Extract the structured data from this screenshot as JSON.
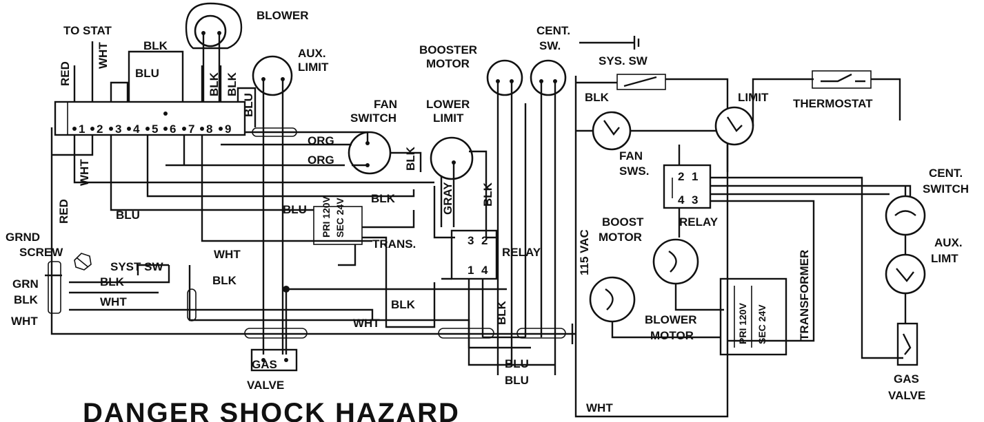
{
  "labels": {
    "to_stat": "TO STAT",
    "blower": "BLOWER",
    "blk_top": "BLK",
    "blu_top": "BLU",
    "red_v": "RED",
    "wht_v": "WHT",
    "blk_v1": "BLK",
    "blk_v2": "BLK",
    "blu_v": "BLU",
    "aux_limit_1": "AUX.",
    "aux_limit_2": "LIMIT",
    "booster_1": "BOOSTER",
    "booster_2": "MOTOR",
    "cent_sw_1": "CENT.",
    "cent_sw_2": "SW.",
    "fan_switch_1": "FAN",
    "fan_switch_2": "SWITCH",
    "lower_limit_1": "LOWER",
    "lower_limit_2": "LIMIT",
    "org_1": "ORG",
    "org_2": "ORG",
    "blk_fan": "BLK",
    "blk_ll": "BLK",
    "gray": "GRAY",
    "blk_mid": "BLK",
    "blu_mid": "BLU",
    "blu_left": "BLU",
    "wht_left": "WHT",
    "red_left": "RED",
    "trans": "TRANS.",
    "relay_l": "RELAY",
    "wht_mid": "WHT",
    "blk_mid2": "BLK",
    "grnd_1": "GRND",
    "grnd_2": "SCREW",
    "syst_sw": "SYST SW",
    "grn": "GRN",
    "blk_in": "BLK",
    "wht_in": "WHT",
    "blk_w": "BLK",
    "wht_w": "WHT",
    "blk_lower": "BLK",
    "blk_relay_v": "BLK",
    "wht_bottom": "WHT",
    "gas_valve_1": "GAS",
    "gas_valve_2": "VALVE",
    "blu_b1": "BLU",
    "blu_b2": "BLU",
    "danger": "DANGER SHOCK HAZARD",
    "vac": "115 VAC",
    "sys_sw": "SYS. SW",
    "blk_r": "BLK",
    "limit_r": "LIMIT",
    "thermostat": "THERMOSTAT",
    "fan_sws_1": "FAN",
    "fan_sws_2": "SWS.",
    "relay_r": "RELAY",
    "boost_1": "BOOST",
    "boost_2": "MOTOR",
    "blower_motor_1": "BLOWER",
    "blower_motor_2": "MOTOR",
    "transformer": "TRANSFORMER",
    "cent_switch_1": "CENT.",
    "cent_switch_2": "SWITCH",
    "aux_limt_1": "AUX.",
    "aux_limt_2": "LIMT",
    "gas_valve_r1": "GAS",
    "gas_valve_r2": "VALVE",
    "wht_r": "WHT",
    "pri": "PRI 120V",
    "sec": "SEC 24V",
    "pri_l": "PRI 120V",
    "sec_l": "SEC 24V"
  },
  "terminals": [
    "1",
    "2",
    "3",
    "4",
    "5",
    "6",
    "7",
    "8",
    "9"
  ],
  "relay_left_pins": [
    "3",
    "2",
    "1",
    "4"
  ],
  "relay_right_pins": [
    "2",
    "1",
    "4",
    "3"
  ]
}
